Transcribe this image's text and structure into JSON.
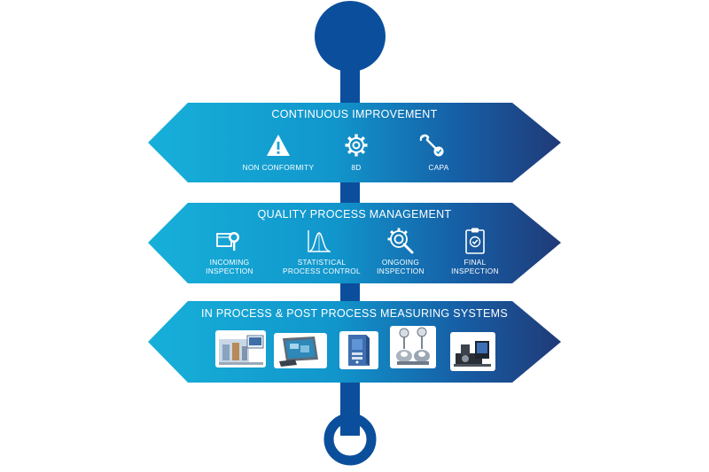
{
  "colors": {
    "stem": "#0b4f9c",
    "banner_light": "#16a9d4",
    "banner_dark": "#1f3c7a",
    "text": "#ffffff"
  },
  "banners": [
    {
      "title": "CONTINUOUS IMPROVEMENT",
      "items": [
        {
          "icon": "warning-triangle-icon",
          "label": "NON CONFORMITY"
        },
        {
          "icon": "gear-cog-icon",
          "label": "8D"
        },
        {
          "icon": "wrench-check-icon",
          "label": "CAPA"
        }
      ]
    },
    {
      "title": "QUALITY PROCESS MANAGEMENT",
      "items": [
        {
          "icon": "magnifier-box-icon",
          "label_line1": "INCOMING",
          "label_line2": "INSPECTION"
        },
        {
          "icon": "bell-curve-icon",
          "label_line1": "STATISTICAL",
          "label_line2": "PROCESS CONTROL"
        },
        {
          "icon": "gear-magnifier-icon",
          "label_line1": "ONGOING",
          "label_line2": "INSPECTION"
        },
        {
          "icon": "clipboard-check-icon",
          "label_line1": "FINAL",
          "label_line2": "INSPECTION"
        }
      ]
    },
    {
      "title": "IN PROCESS & POST PROCESS MEASURING SYSTEMS",
      "items": [
        {
          "icon": "measuring-station-image"
        },
        {
          "icon": "touchscreen-terminal-image"
        },
        {
          "icon": "control-unit-image"
        },
        {
          "icon": "gauge-stands-image"
        },
        {
          "icon": "bench-gauge-image"
        }
      ]
    }
  ]
}
